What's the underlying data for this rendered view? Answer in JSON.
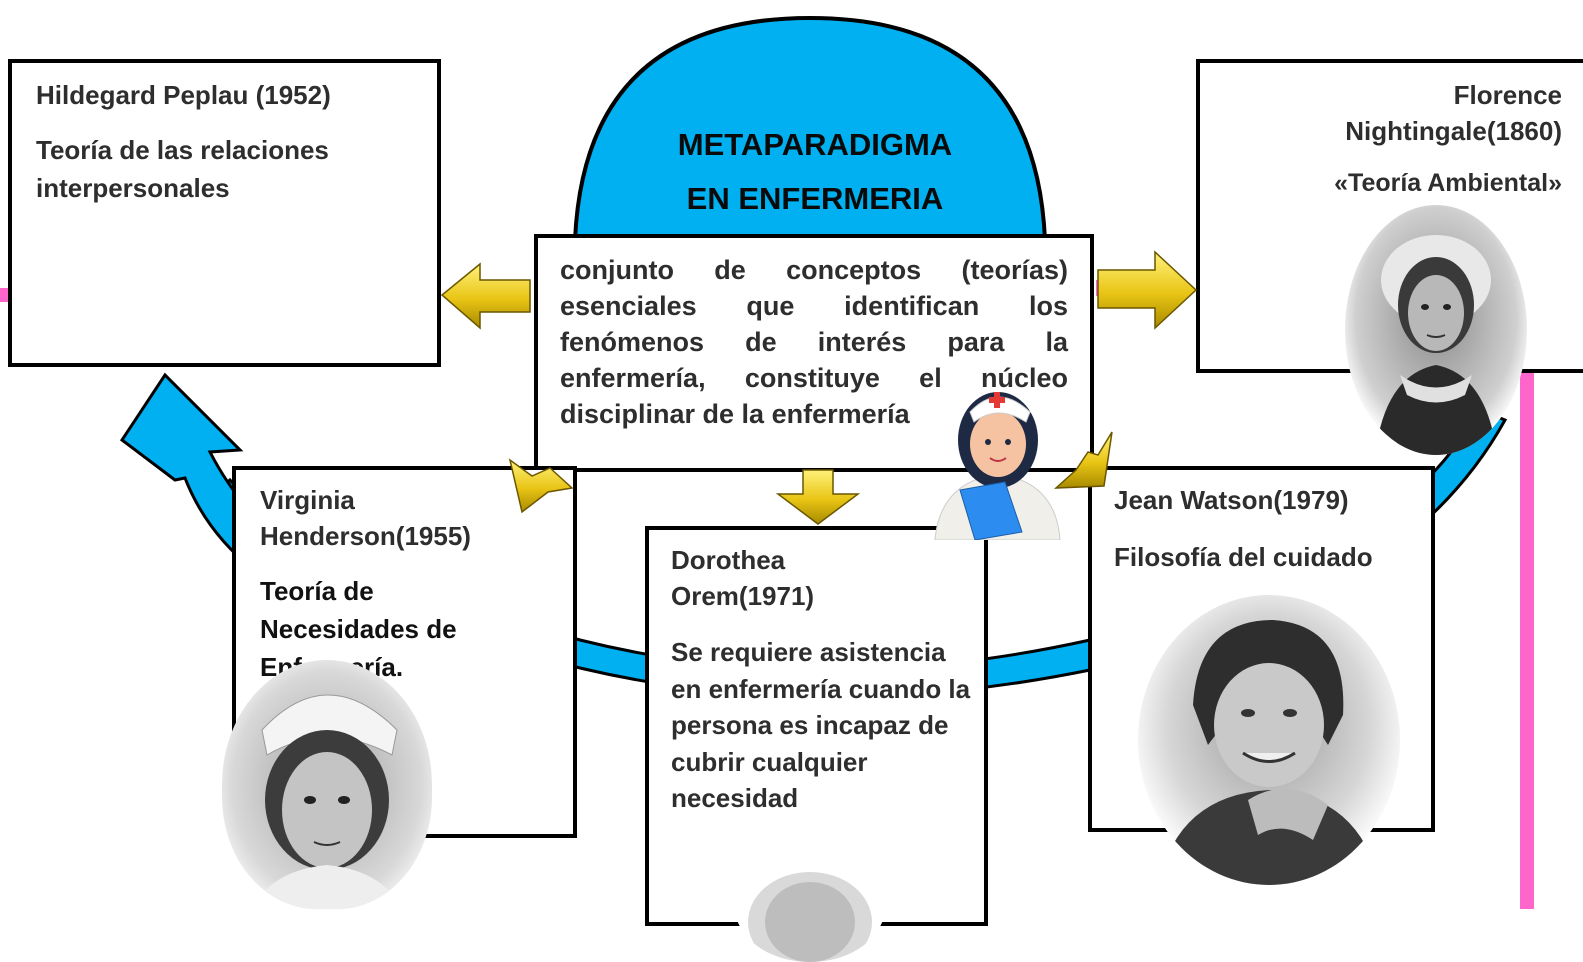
{
  "center": {
    "title_line1": "METAPARADIGMA",
    "title_line2": "EN ENFERMERIA",
    "description": "conjunto de conceptos (teorías) esenciales que identifican los fenómenos de interés para la enfermería, constituye el núcleo disciplinar de la enfermería"
  },
  "theorists": {
    "peplau": {
      "name": "Hildegard Peplau (1952)",
      "theory": "Teoría de las relaciones interpersonales"
    },
    "nightingale": {
      "name_line1": "Florence",
      "name_line2": "Nightingale(1860)",
      "theory": "«Teoría Ambiental»"
    },
    "henderson": {
      "name_line1": "Virginia",
      "name_line2": "Henderson(1955)",
      "theory": "Teoría de Necesidades de Enfermería."
    },
    "orem": {
      "name_line1": "Dorothea",
      "name_line2": "Orem(1971)",
      "theory": "Se requiere asistencia en enfermería cuando la persona es incapaz de cubrir cualquier necesidad"
    },
    "watson": {
      "name": "Jean Watson(1979)",
      "theory": "Filosofía del cuidado"
    }
  },
  "colors": {
    "circle_blue": "#00B0F0",
    "arrow_gold": "#E8C414",
    "connector_pink": "#FF66CC",
    "border": "#000000"
  }
}
